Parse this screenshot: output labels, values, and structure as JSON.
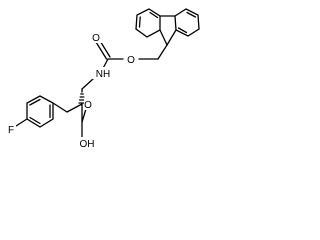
{
  "molecule": {
    "atoms": {
      "fluorine": "F",
      "carbonyl_oxygen": "O",
      "ester_oxygen": "O",
      "amine_nitrogen": "NH",
      "acid_oxygen": "O",
      "hydroxyl": "OH"
    },
    "colors": {
      "bond": "#000000",
      "label": "#000000",
      "background": "#ffffff"
    }
  }
}
